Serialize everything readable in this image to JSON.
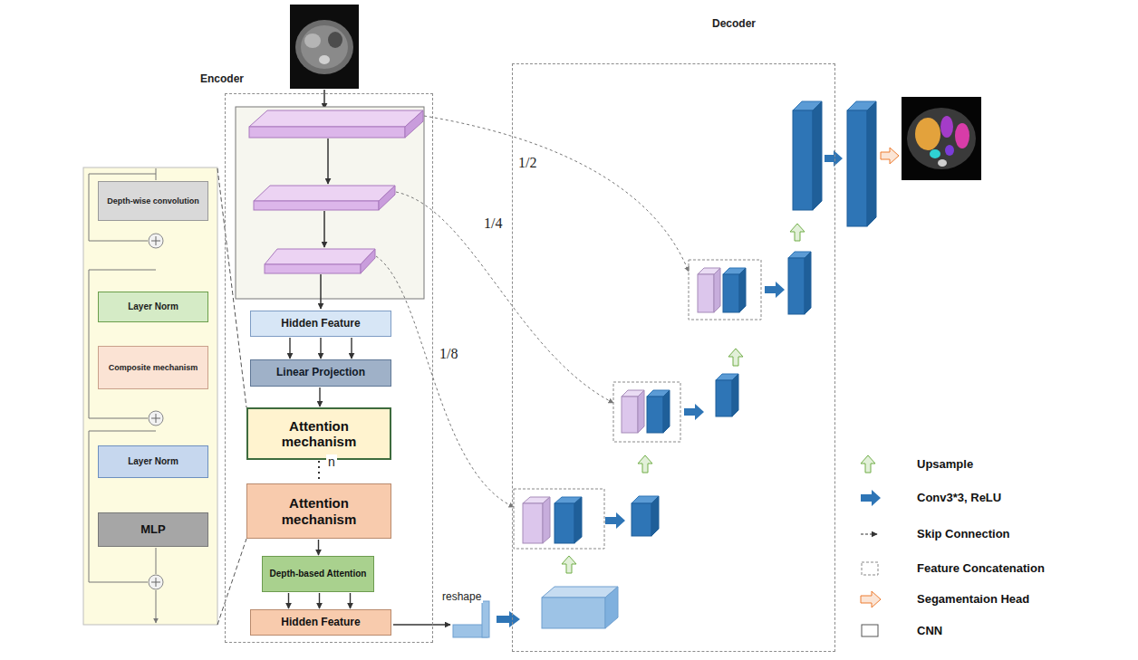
{
  "diagram": {
    "nodes": [
      {
        "text": [
          "Depth-wise convolution"
        ]
      },
      {
        "text": [
          "Layer Norm"
        ]
      },
      {
        "text": [
          "Composite mechanism"
        ]
      },
      {
        "text": [
          "Layer Norm"
        ]
      },
      {
        "text": [
          "MLP"
        ]
      },
      {
        "text": [
          "Encoder"
        ]
      },
      {
        "text": [
          "Hidden Feature"
        ],
        "in": 5
      },
      {
        "text": [
          "Linear Projection"
        ],
        "in": 5
      },
      {
        "text": [
          "Attention mechanism"
        ],
        "in": 5
      },
      {
        "text": [
          "Attention mechanism"
        ],
        "in": 5
      },
      {
        "text": [
          "Depth-based Attention"
        ],
        "in": 5
      },
      {
        "text": [
          "Hidden Feature"
        ],
        "in": 5
      },
      {
        "text": [
          "Decoder"
        ]
      }
    ],
    "edges": [
      {
        "from": 0,
        "to": 1,
        "arrow": "to"
      },
      {
        "from": 1,
        "to": 2,
        "arrow": "to"
      },
      {
        "from": 2,
        "to": 3,
        "arrow": "to"
      },
      {
        "from": 3,
        "to": 4,
        "arrow": "to"
      },
      {
        "from": 6,
        "to": 7,
        "arrow": "to"
      },
      {
        "from": 7,
        "to": 8,
        "arrow": "to"
      },
      {
        "from": 8,
        "to": 9,
        "arrow": "none"
      },
      {
        "from": 9,
        "to": 10,
        "arrow": "to"
      },
      {
        "from": 10,
        "to": 11,
        "arrow": "to"
      }
    ],
    "labels": [
      "1/2",
      "1/4",
      "1/8",
      "n",
      "reshape"
    ],
    "legend": [
      {
        "text": "Upsample"
      },
      {
        "text": "Conv3*3, ReLU"
      },
      {
        "text": "Skip Connection"
      },
      {
        "text": "Feature Concatenation"
      },
      {
        "text": "Segamentaion Head"
      },
      {
        "text": "CNN"
      }
    ]
  }
}
